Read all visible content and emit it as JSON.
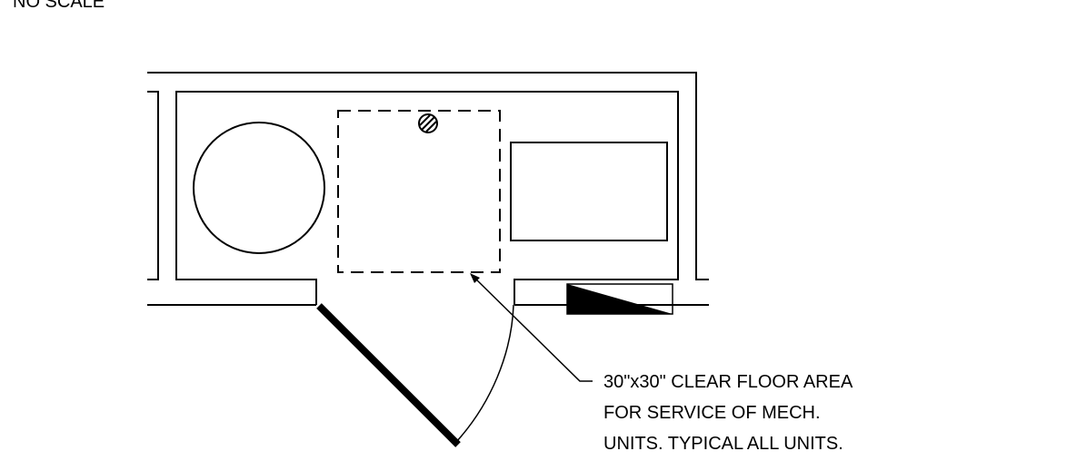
{
  "drawing": {
    "scale_note": "NO SCALE",
    "callout_lines": [
      "30\"x30\" CLEAR FLOOR AREA",
      "FOR SERVICE OF MECH.",
      "UNITS. TYPICAL ALL UNITS."
    ],
    "colors": {
      "line": "#000000",
      "background": "#ffffff"
    }
  }
}
